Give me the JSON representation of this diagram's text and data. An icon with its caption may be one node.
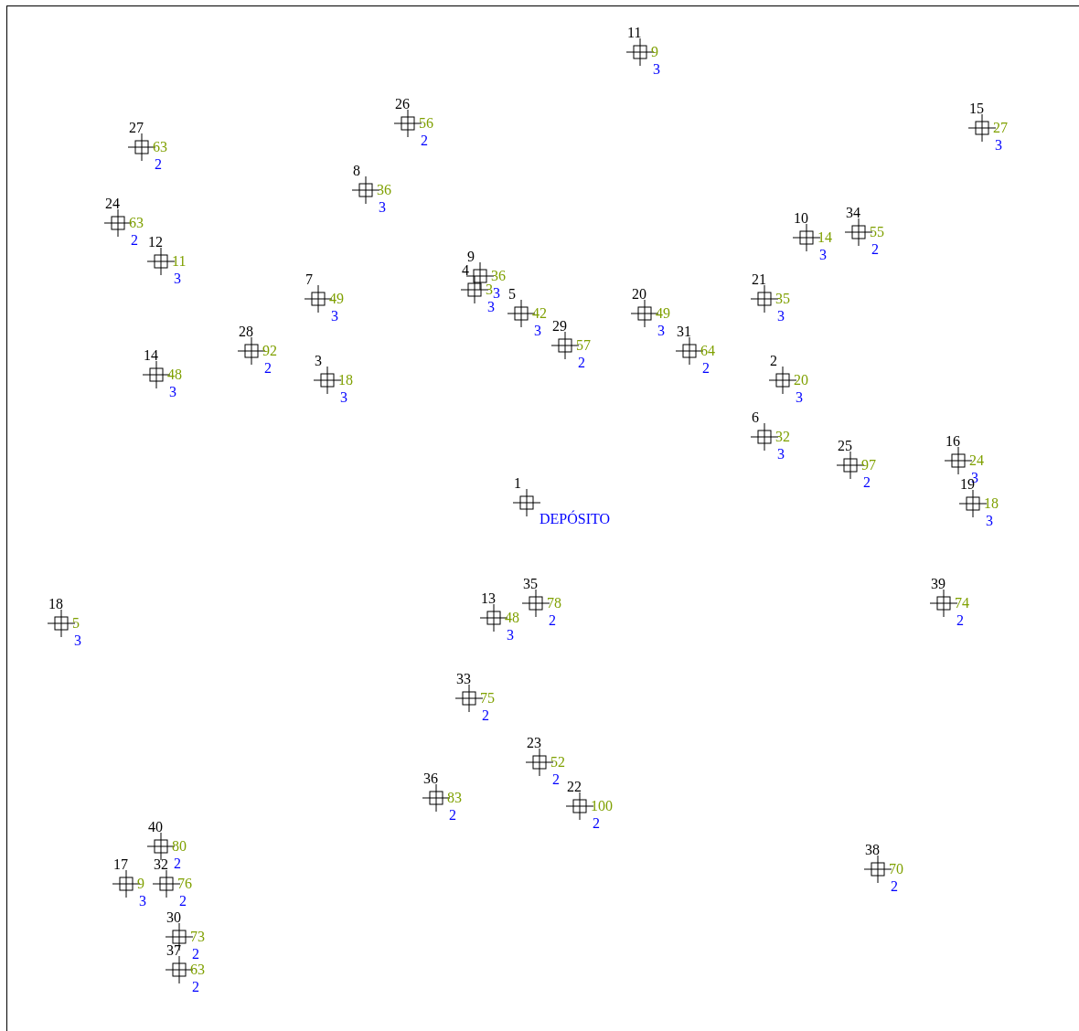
{
  "diagram": {
    "nodes": [
      {
        "text": [
          "11",
          "9",
          "3"
        ]
      },
      {
        "text": [
          "26",
          "56",
          "2"
        ]
      },
      {
        "text": [
          "15",
          "27",
          "3"
        ]
      },
      {
        "text": [
          "27",
          "63",
          "2"
        ]
      },
      {
        "text": [
          "8",
          "36",
          "3"
        ]
      },
      {
        "text": [
          "24",
          "63",
          "2"
        ]
      },
      {
        "text": [
          "34",
          "55",
          "2"
        ]
      },
      {
        "text": [
          "10",
          "14",
          "3"
        ]
      },
      {
        "text": [
          "12",
          "11",
          "3"
        ]
      },
      {
        "text": [
          "9",
          "36",
          "3"
        ]
      },
      {
        "text": [
          "4",
          "3",
          "3"
        ]
      },
      {
        "text": [
          "7",
          "49",
          "3"
        ]
      },
      {
        "text": [
          "21",
          "35",
          "3"
        ]
      },
      {
        "text": [
          "5",
          "42",
          "3"
        ]
      },
      {
        "text": [
          "20",
          "49",
          "3"
        ]
      },
      {
        "text": [
          "31",
          "64",
          "2"
        ]
      },
      {
        "text": [
          "29",
          "57",
          "2"
        ]
      },
      {
        "text": [
          "28",
          "92",
          "2"
        ]
      },
      {
        "text": [
          "14",
          "48",
          "3"
        ]
      },
      {
        "text": [
          "3",
          "18",
          "3"
        ]
      },
      {
        "text": [
          "2",
          "20",
          "3"
        ]
      },
      {
        "text": [
          "6",
          "32",
          "3"
        ]
      },
      {
        "text": [
          "16",
          "24",
          "3"
        ]
      },
      {
        "text": [
          "25",
          "97",
          "2"
        ]
      },
      {
        "text": [
          "1",
          "DEPÓSITO"
        ]
      },
      {
        "text": [
          "19",
          "18",
          "3"
        ]
      },
      {
        "text": [
          "35",
          "78",
          "2"
        ]
      },
      {
        "text": [
          "39",
          "74",
          "2"
        ]
      },
      {
        "text": [
          "13",
          "48",
          "3"
        ]
      },
      {
        "text": [
          "18",
          "5",
          "3"
        ]
      },
      {
        "text": [
          "33",
          "75",
          "2"
        ]
      },
      {
        "text": [
          "23",
          "52",
          "2"
        ]
      },
      {
        "text": [
          "22",
          "100",
          "2"
        ]
      },
      {
        "text": [
          "36",
          "83",
          "2"
        ]
      },
      {
        "text": [
          "40",
          "80",
          "2"
        ]
      },
      {
        "text": [
          "38",
          "70",
          "2"
        ]
      },
      {
        "text": [
          "17",
          "9",
          "3"
        ]
      },
      {
        "text": [
          "32",
          "76",
          "2"
        ]
      },
      {
        "text": [
          "30",
          "73",
          "2"
        ]
      },
      {
        "text": [
          "37",
          "63",
          "2"
        ]
      }
    ]
  }
}
